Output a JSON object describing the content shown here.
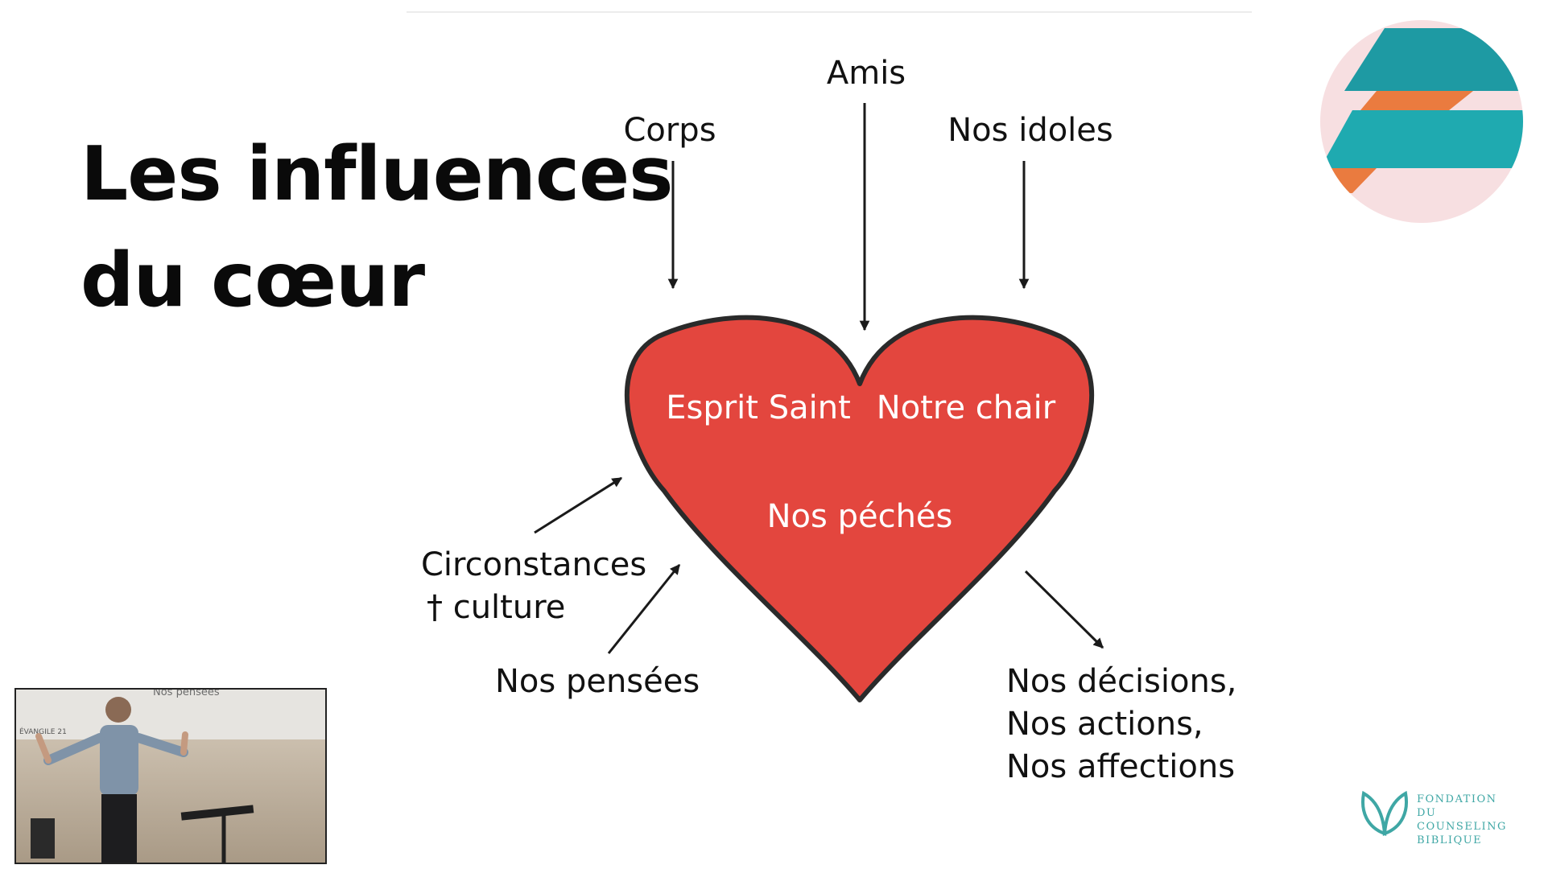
{
  "slide": {
    "title_line1": "Les influences",
    "title_line2": "du cœur"
  },
  "diagram": {
    "top_labels": {
      "left": "Corps",
      "center": "Amis",
      "right": "Nos idoles"
    },
    "heart_labels": {
      "top_left": "Esprit Saint",
      "top_right": "Notre chair",
      "center": "Nos péchés"
    },
    "left_labels": {
      "circumstances_line1": "Circonstances",
      "circumstances_line2": "† culture",
      "thoughts": "Nos pensées"
    },
    "output_labels": {
      "line1": "Nos décisions,",
      "line2": "Nos actions,",
      "line3": "Nos affections"
    },
    "colors": {
      "heart_fill": "#e3463e",
      "heart_stroke": "#2a2a2a",
      "arrow": "#1a1a1a"
    }
  },
  "branding": {
    "line1": "FONDATION DU",
    "line2": "COUNSELING",
    "line3": "BIBLIQUE",
    "leaf_icon": "leaf-logo-icon",
    "accent": "#3fa7a5"
  },
  "video_overlay": {
    "caption": "Nos pensées",
    "small_label": "ÉVANGILE 21"
  }
}
